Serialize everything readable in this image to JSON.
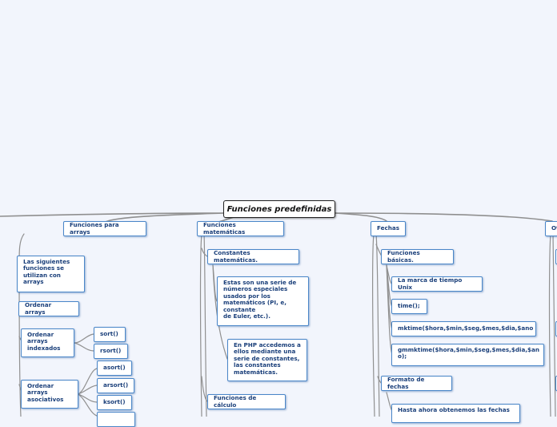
{
  "root": "Funciones predefinidas",
  "branches": {
    "arrays": {
      "title": "Funciones para arrays",
      "intro": "Las siguientes\nfunciones se\nutilizan con\narrays",
      "sort": "Ordenar arrays",
      "indexed": "Ordenar\narrays\nindexados",
      "indexed_funcs": [
        "sort()",
        "rsort()"
      ],
      "assoc": "Ordenar\narrays\nasociativos",
      "assoc_funcs": [
        "asort()",
        "arsort()",
        "ksort()"
      ]
    },
    "math": {
      "title": "Funciones matemáticas",
      "constants": "Constantes matemáticas.",
      "constants_desc": "Estas son una serie de\nnúmeros especiales\nusados por los\nmatemáticos (PI, e,\nconstante\nde Euler, etc.).",
      "constants_php": "En PHP accedemos a\nellos mediante una\nserie de constantes,\nlas constantes\nmatemáticas.",
      "calc": "Funciones de cálculo"
    },
    "dates": {
      "title": "Fechas",
      "basic": "Funciones básicas.",
      "unix": "La marca de tiempo Unix",
      "time": "time();",
      "mktime": "mktime($hora,$min,$seg,$mes,$dia,$ano",
      "gmmktime": "gmmktime($hora,$min,$seg,$mes,$dia,$an\no);",
      "format": "Formato de fechas",
      "until": "Hasta ahora obtenemos las fechas"
    },
    "other": {
      "title": "Ot"
    }
  }
}
